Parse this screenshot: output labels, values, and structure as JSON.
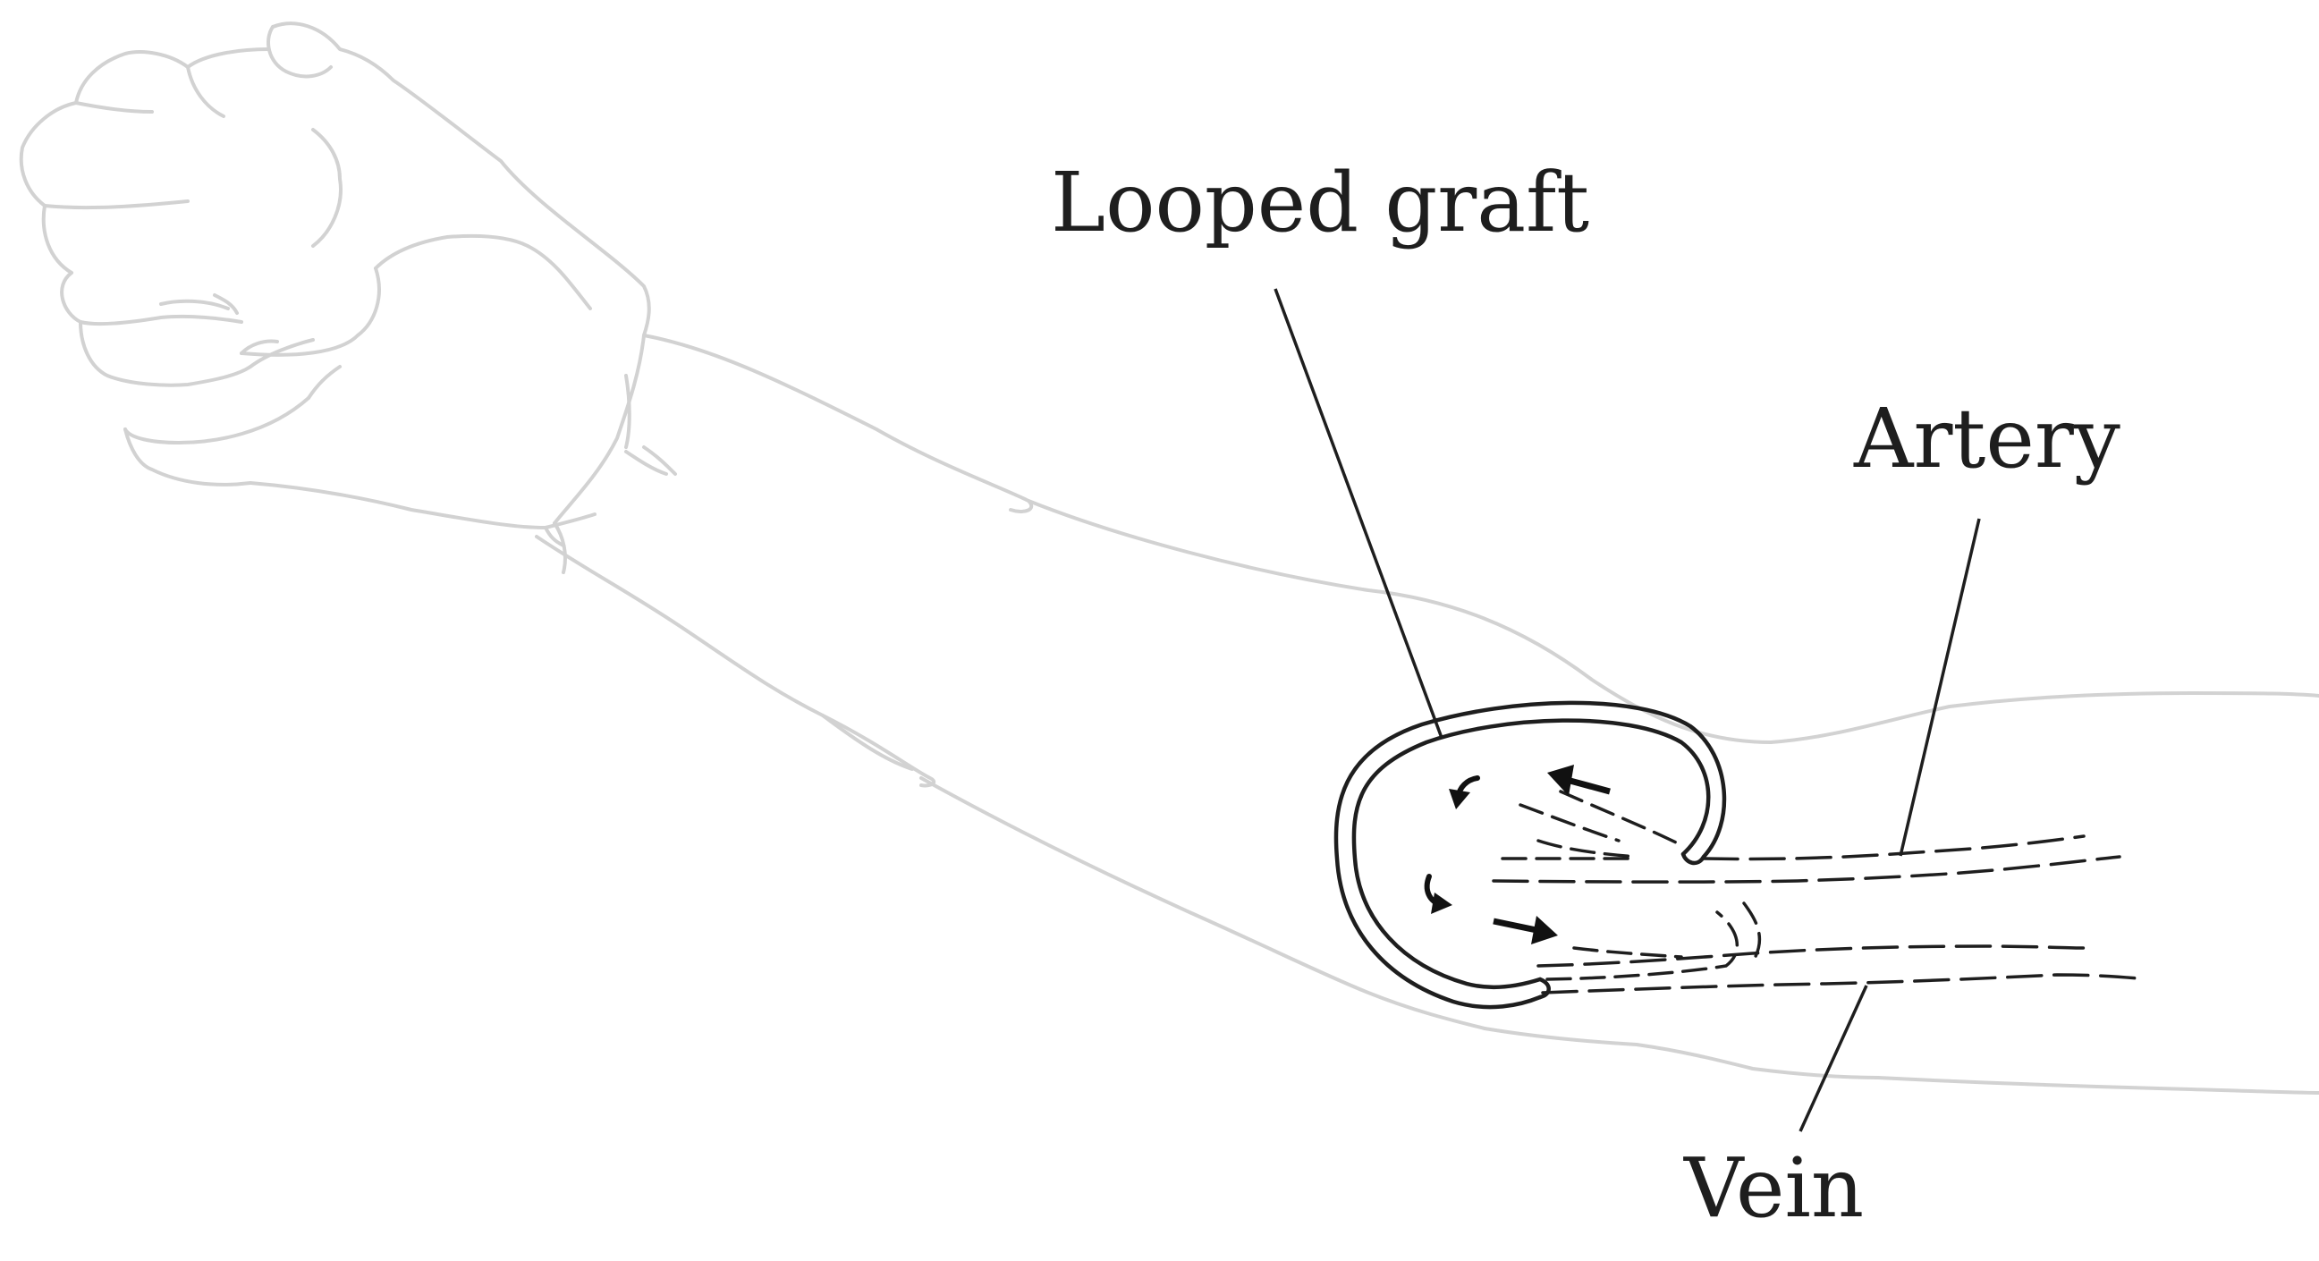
{
  "labels": {
    "looped_graft": "Looped graft",
    "artery": "Artery",
    "vein": "Vein"
  },
  "colors": {
    "arm_outline": "#d2d2d2",
    "ink": "#1e1e1e",
    "background": "#ffffff"
  }
}
